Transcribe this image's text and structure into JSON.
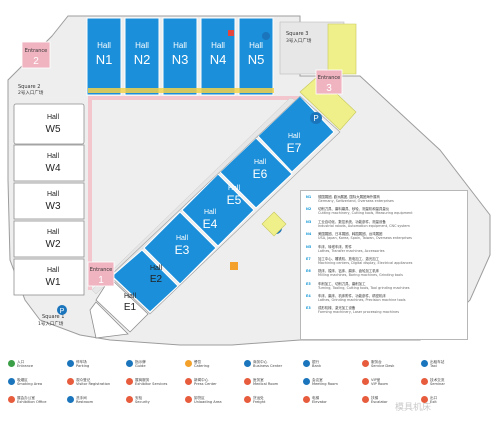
{
  "halls": {
    "N1": {
      "line1": "Hall",
      "line2": "N1"
    },
    "N2": {
      "line1": "Hall",
      "line2": "N2"
    },
    "N3": {
      "line1": "Hall",
      "line2": "N3"
    },
    "N4": {
      "line1": "Hall",
      "line2": "N4"
    },
    "N5": {
      "line1": "Hall",
      "line2": "N5"
    },
    "W5": {
      "line1": "Hall",
      "line2": "W5"
    },
    "W4": {
      "line1": "Hall",
      "line2": "W4"
    },
    "W3": {
      "line1": "Hall",
      "line2": "W3"
    },
    "W2": {
      "line1": "Hall",
      "line2": "W2"
    },
    "W1": {
      "line1": "Hall",
      "line2": "W1"
    },
    "E1": {
      "line1": "Hall",
      "line2": "E1"
    },
    "E2": {
      "line1": "Hall",
      "line2": "E2"
    },
    "E3": {
      "line1": "Hall",
      "line2": "E3"
    },
    "E4": {
      "line1": "Hall",
      "line2": "E4"
    },
    "E5": {
      "line1": "Hall",
      "line2": "E5"
    },
    "E6": {
      "line1": "Hall",
      "line2": "E6"
    },
    "E7": {
      "line1": "Hall",
      "line2": "E7"
    }
  },
  "entrances": {
    "e1": {
      "label": "Entrance",
      "num": "1"
    },
    "e2": {
      "label": "Entrance",
      "num": "2"
    },
    "e3": {
      "label": "Entrance",
      "num": "3"
    }
  },
  "squares": {
    "s1": {
      "line1": "Square 1",
      "line2": "1号入口广场"
    },
    "s2": {
      "line1": "Square 2",
      "line2": "2号入口广场"
    },
    "s3": {
      "line1": "Square 3",
      "line2": "3号入口广场"
    }
  },
  "icons": {
    "parking": "P",
    "accessible": "wheelchair-icon",
    "info": "i"
  },
  "legend_panel": [
    {
      "code": "N1",
      "text": "德国展团, 欧洲展团, 国际大展团海外展商",
      "en": "Germany, Switzerland, Overseas enterprises"
    },
    {
      "code": "N2",
      "text": "切削刀具、磨料磨具、砂轮、测量机和量具量仪",
      "en": "Cutting machinery, Cutting tools, Measuring equipment"
    },
    {
      "code": "N3",
      "text": "工业自动化、数控系统、功能部件、测量设备",
      "en": "Industrial robots, Automation equipment, CNC system"
    },
    {
      "code": "N4",
      "text": "美国展团、日本展团、韩国展团、台湾展团",
      "en": "USA, Japan, Korea, Spain, Taiwan, Overseas enterprises"
    },
    {
      "code": "N5",
      "text": "车床、转塔车床、附件",
      "en": "Lathes, Transfer machines, Accessories"
    },
    {
      "code": "E7",
      "text": "加工中心、雕铣机、放电加工、激光加工",
      "en": "Machining centers, Digital display, Electrical appliances"
    },
    {
      "code": "E6",
      "text": "铣床、镗床、钻床、磨床、齿轮加工机床",
      "en": "Milling machines, Boring machines, Grinding tools"
    },
    {
      "code": "E5",
      "text": "车削加工、切削刀具、磨削加工",
      "en": "Turning, Tooling, Cutting tools, Tool grinding machines"
    },
    {
      "code": "E4",
      "text": "车床、磨床、机床附件、功能部件、精密机床",
      "en": "Lathes, Grinding machines, Precision machine tools"
    },
    {
      "code": "E3",
      "text": "成形机械、激光加工设备",
      "en": "Forming machinery, Laser processing machines"
    }
  ],
  "bottom_legend": [
    {
      "label": "入口",
      "en": "Entrance",
      "color": "#3a9f47"
    },
    {
      "label": "停车场",
      "en": "Parking",
      "color": "#1b75bc"
    },
    {
      "label": "指示牌",
      "en": "Guide",
      "color": "#1b75bc"
    },
    {
      "label": "餐饮",
      "en": "Catering",
      "color": "#f4a12b"
    },
    {
      "label": "商务中心",
      "en": "Business Center",
      "color": "#1b75bc"
    },
    {
      "label": "银行",
      "en": "Bank",
      "color": "#1b75bc"
    },
    {
      "label": "服务台",
      "en": "Service Desk",
      "color": "#e65c3c"
    },
    {
      "label": "出租车站",
      "en": "Taxi",
      "color": "#1b75bc"
    },
    {
      "label": "吸烟区",
      "en": "Smoking Area",
      "color": "#1b75bc"
    },
    {
      "label": "观众登记",
      "en": "Visitor Registration",
      "color": "#e65c3c"
    },
    {
      "label": "展商服务",
      "en": "Exhibitor Services",
      "color": "#e65c3c"
    },
    {
      "label": "新闻中心",
      "en": "Press Center",
      "color": "#e65c3c"
    },
    {
      "label": "医务室",
      "en": "Medical Room",
      "color": "#e65c3c"
    },
    {
      "label": "会议室",
      "en": "Meeting Room",
      "color": "#1b75bc"
    },
    {
      "label": "VIP室",
      "en": "VIP Room",
      "color": "#e65c3c"
    },
    {
      "label": "技术交流",
      "en": "Seminar",
      "color": "#e65c3c"
    },
    {
      "label": "展会办公室",
      "en": "Exhibition Office",
      "color": "#e65c3c"
    },
    {
      "label": "洗手间",
      "en": "Restroom",
      "color": "#1b75bc"
    },
    {
      "label": "安检",
      "en": "Security",
      "color": "#e65c3c"
    },
    {
      "label": "卸货区",
      "en": "Unloading Area",
      "color": "#e65c3c"
    },
    {
      "label": "货运处",
      "en": "Freight",
      "color": "#e65c3c"
    },
    {
      "label": "电梯",
      "en": "Elevator",
      "color": "#e65c3c"
    },
    {
      "label": "扶梯",
      "en": "Escalator",
      "color": "#e65c3c"
    },
    {
      "label": "出口",
      "en": "Exit",
      "color": "#e65c3c"
    }
  ],
  "watermark": "模具机床"
}
